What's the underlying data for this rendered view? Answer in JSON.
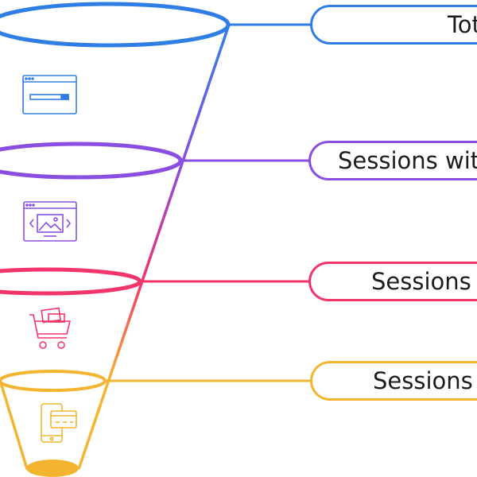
{
  "funnel": {
    "stages": [
      {
        "label": "Tot",
        "icon": "browser-window-icon",
        "color": "#2f7ee6"
      },
      {
        "label": "Sessions wit",
        "icon": "image-gallery-icon",
        "color": "#8a4ee0"
      },
      {
        "label": "Sessions w",
        "icon": "shopping-cart-icon",
        "color": "#f2356a"
      },
      {
        "label": "Sessions v",
        "icon": "mobile-payment-icon",
        "color": "#f3b530"
      }
    ]
  }
}
